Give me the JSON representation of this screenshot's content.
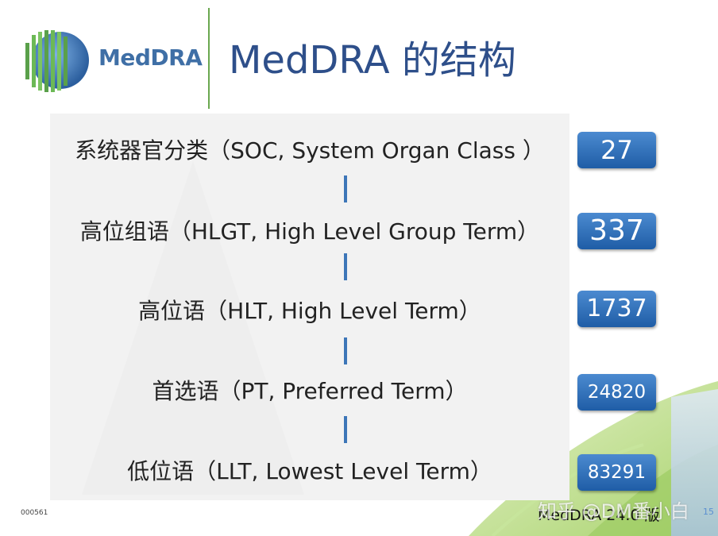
{
  "header": {
    "logo_text": "MedDRA",
    "title": "MedDRA 的结构"
  },
  "hierarchy": [
    {
      "label": "系统器官分类（SOC, System Organ Class ）",
      "count": "27"
    },
    {
      "label": "高位组语（HLGT, High Level Group Term）",
      "count": "337"
    },
    {
      "label": "高位语（HLT, High Level Term）",
      "count": "1737"
    },
    {
      "label": "首选语（PT, Preferred Term）",
      "count": "24820"
    },
    {
      "label": "低位语（LLT, Lowest Level Term）",
      "count": "83291"
    }
  ],
  "footer": {
    "slide_code": "000561",
    "version": "MedDRA 24.0 版",
    "page_number": "15",
    "watermark": "知乎 @DM番小白"
  },
  "colors": {
    "title": "#2e4f8a",
    "badge": "#2b6cb8",
    "connector": "#3d76b8",
    "accent_green": "#6aa84f"
  }
}
